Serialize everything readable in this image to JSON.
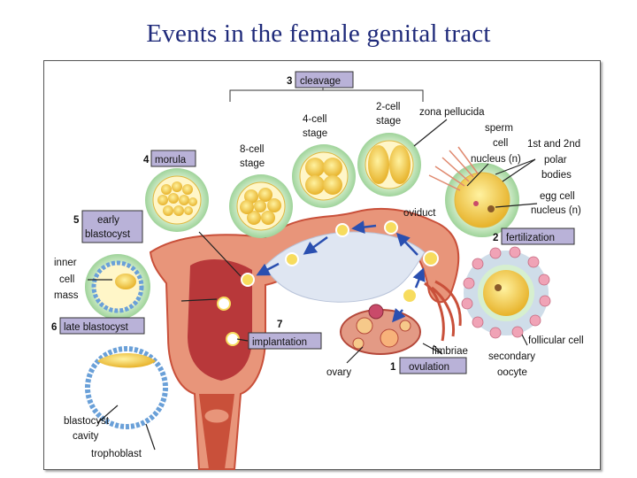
{
  "title": "Events in the female genital tract",
  "stages": {
    "s1": {
      "num": "1",
      "label": "ovulation"
    },
    "s2": {
      "num": "2",
      "label": "fertilization"
    },
    "s3": {
      "num": "3",
      "label": "cleavage"
    },
    "s4": {
      "num": "4",
      "label": "morula"
    },
    "s5": {
      "num": "5",
      "label_line1": "early",
      "label_line2": "blastocyst"
    },
    "s6": {
      "num": "6",
      "label": "late blastocyst"
    },
    "s7": {
      "num": "7",
      "label": "implantation"
    }
  },
  "labels": {
    "two_cell_1": "2-cell",
    "two_cell_2": "stage",
    "four_cell_1": "4-cell",
    "four_cell_2": "stage",
    "eight_cell_1": "8-cell",
    "eight_cell_2": "stage",
    "zona": "zona pellucida",
    "sperm1": "sperm",
    "sperm2": "cell",
    "sperm3": "nucleus (n)",
    "polar1": "1st and 2nd",
    "polar2": "polar",
    "polar3": "bodies",
    "egg1": "egg cell",
    "egg2": "nucleus (n)",
    "oviduct": "oviduct",
    "inner1": "inner",
    "inner2": "cell",
    "inner3": "mass",
    "fimbriae": "fimbriae",
    "follicular": "follicular cell",
    "secondary1": "secondary",
    "secondary2": "oocyte",
    "ovary": "ovary",
    "blasto1": "blastocyst",
    "blasto2": "cavity",
    "tropho": "trophoblast"
  },
  "colors": {
    "title": "#1f2a7a",
    "label_box": "#b9b2d8",
    "tissue": "#e8957a",
    "tissue_dark": "#c9503a",
    "halo": "#b8e0b0",
    "yolk": "#f2c23a",
    "cell": "#f7dc5e",
    "lumen": "#dfe6f2",
    "arrow": "#2a4fb0"
  }
}
